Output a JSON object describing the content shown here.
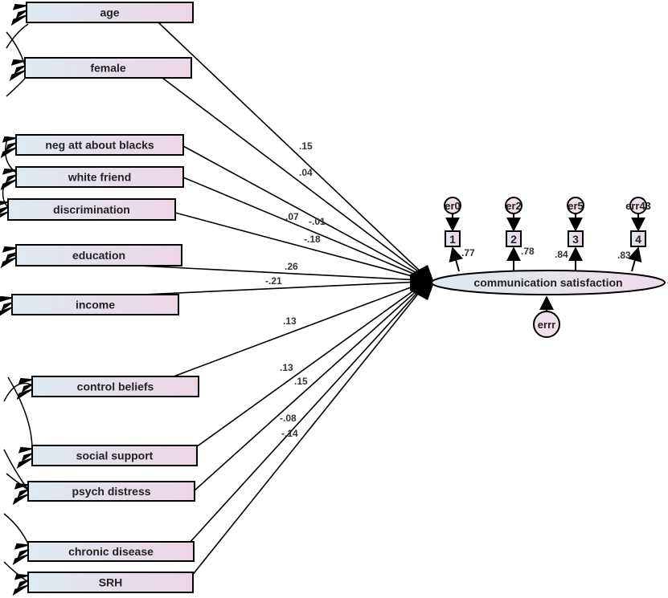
{
  "diagram": {
    "type": "structural equation path model",
    "outcome": {
      "label": "communication satisfaction",
      "disturbance": "errr"
    },
    "predictors": [
      {
        "id": "age",
        "label": "age",
        "coefficient": ".15"
      },
      {
        "id": "female",
        "label": "female",
        "coefficient": ".04"
      },
      {
        "id": "neg-att",
        "label": "neg att about blacks",
        "coefficient": "-.01"
      },
      {
        "id": "white-friend",
        "label": "white friend",
        "coefficient": ".07"
      },
      {
        "id": "discrimination",
        "label": "discrimination",
        "coefficient": "-.18"
      },
      {
        "id": "education",
        "label": "education",
        "coefficient": ".26"
      },
      {
        "id": "income",
        "label": "income",
        "coefficient": "-.21"
      },
      {
        "id": "control-beliefs",
        "label": "control beliefs",
        "coefficient": ".13"
      },
      {
        "id": "social-support",
        "label": "social support",
        "coefficient": ".13"
      },
      {
        "id": "psych-distress",
        "label": "psych distress",
        "coefficient": ".15"
      },
      {
        "id": "chronic-disease",
        "label": "chronic disease",
        "coefficient": "-.08"
      },
      {
        "id": "srh",
        "label": "SRH",
        "coefficient": "-.14"
      }
    ],
    "indicators": [
      {
        "label": "1",
        "error": "er0",
        "loading": ".77"
      },
      {
        "label": "2",
        "error": "er2",
        "loading": ".78"
      },
      {
        "label": "3",
        "error": "er5",
        "loading": ".84"
      },
      {
        "label": "4",
        "error": "err43",
        "loading": ".83"
      }
    ],
    "colors": {
      "box_gradient_start": "#dfeaf0",
      "box_gradient_end": "#ecd6e6",
      "stroke": "#111111"
    }
  }
}
